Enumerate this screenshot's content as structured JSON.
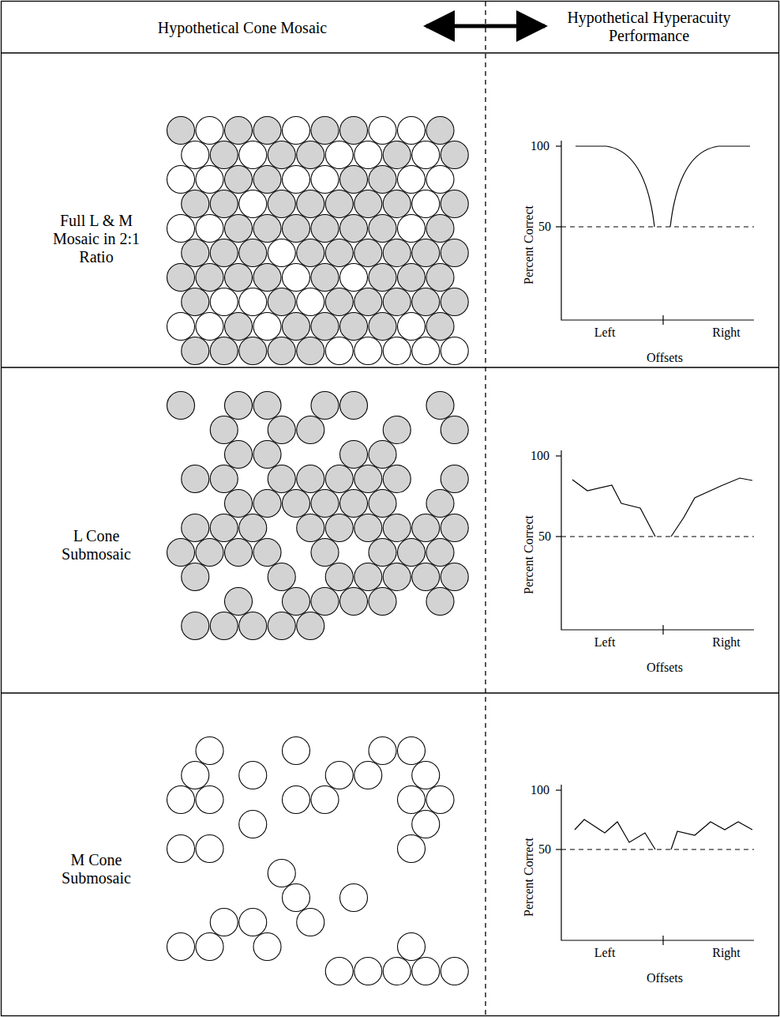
{
  "diagram": {
    "labels": [
      "Hypothetical Cone Mosaic",
      "Hypothetical Hyperacuity Performance",
      "Full L & M Mosaic in 2:1 Ratio",
      "100",
      "50",
      "Percent Correct",
      "Left",
      "Right",
      "Offsets",
      "L Cone Submosaic",
      "100",
      "50",
      "Percent Correct",
      "Left",
      "Right",
      "Offsets",
      "M Cone Submosaic",
      "100",
      "50",
      "Percent Correct",
      "Left",
      "Right",
      "Offsets"
    ]
  }
}
